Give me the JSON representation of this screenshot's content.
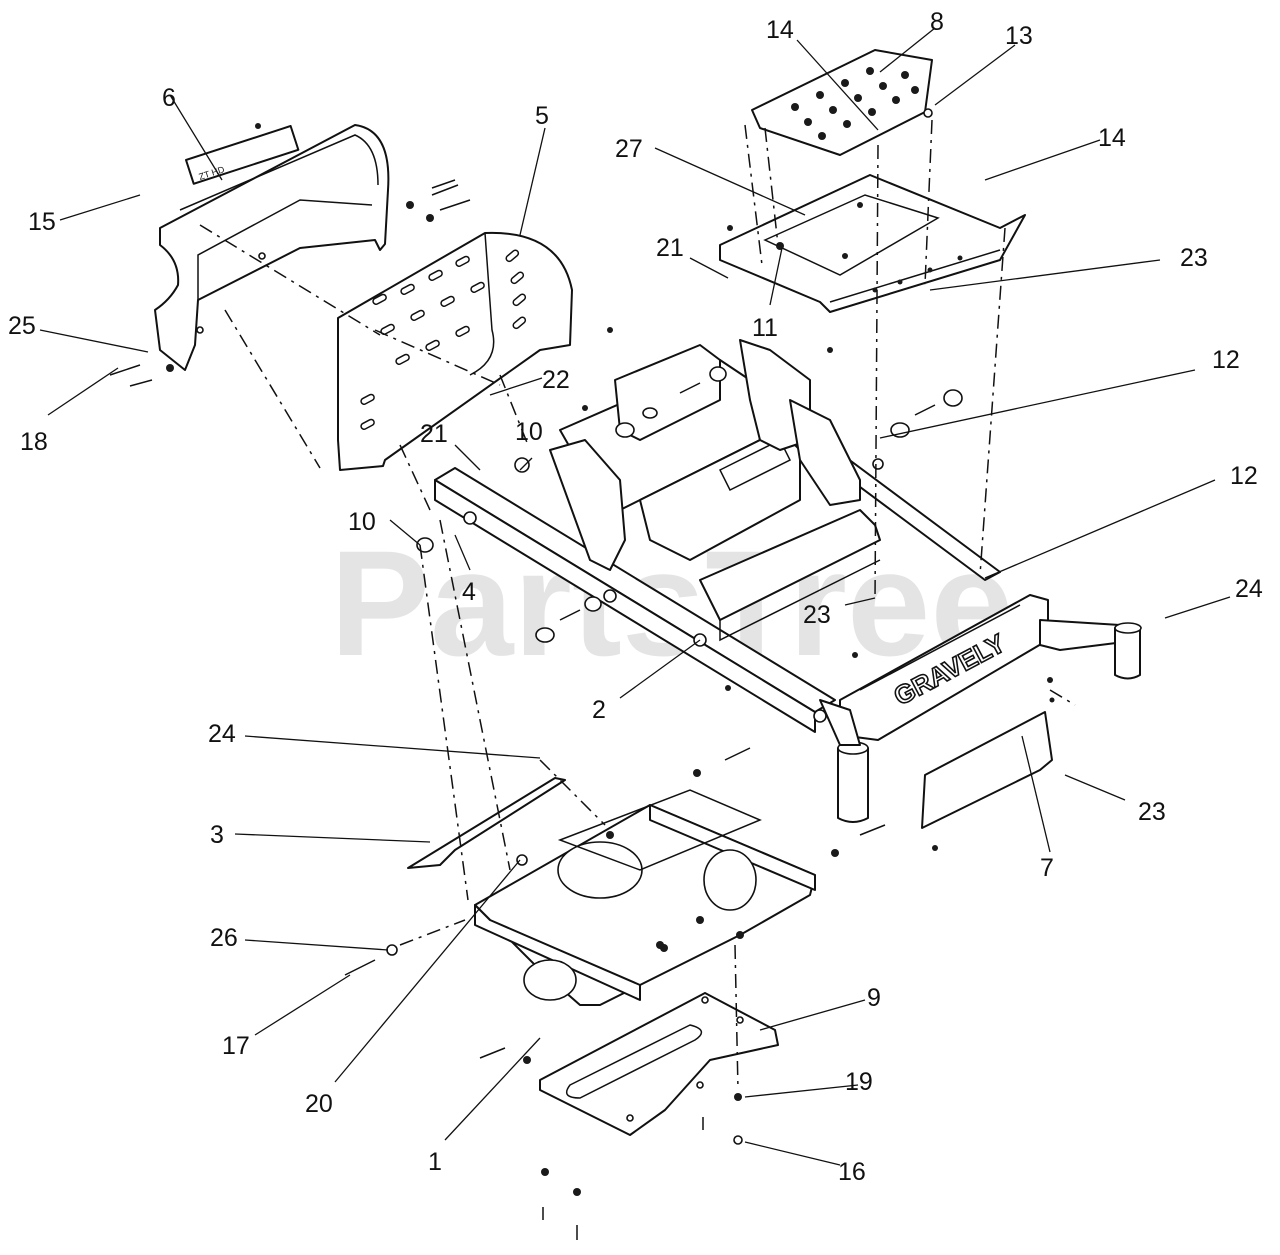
{
  "watermark": "PartsTree",
  "brand_mark": "GRAVELY",
  "callouts": {
    "c1": "1",
    "c2": "2",
    "c3": "3",
    "c4": "4",
    "c5": "5",
    "c6": "6",
    "c7": "7",
    "c8": "8",
    "c9": "9",
    "c10a": "10",
    "c10b": "10",
    "c11": "11",
    "c12a": "12",
    "c12b": "12",
    "c13": "13",
    "c14a": "14",
    "c14b": "14",
    "c15": "15",
    "c16": "16",
    "c17": "17",
    "c18": "18",
    "c19": "19",
    "c20": "20",
    "c21a": "21",
    "c21b": "21",
    "c22": "22",
    "c23a": "23",
    "c23b": "23",
    "c23c": "23",
    "c24a": "24",
    "c24b": "24",
    "c25": "25",
    "c26": "26",
    "c27": "27"
  }
}
